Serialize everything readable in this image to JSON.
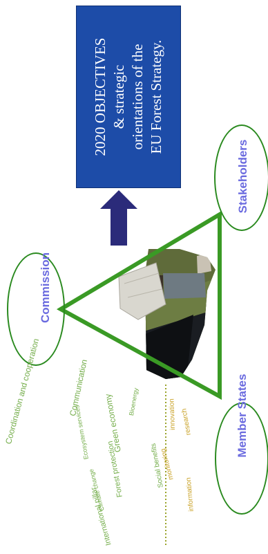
{
  "objectives": {
    "line1": "2020 OBJECTIVES",
    "line2": "& strategic",
    "line3": "orientations of the",
    "line4": "EU Forest Strategy."
  },
  "actors": {
    "commission": "Commission",
    "stakeholders": "Stakeholders",
    "member_states": "Member States"
  },
  "topics": {
    "coordination": "Coordination and cooperation",
    "communication": "Communication",
    "international": "International pillar",
    "ecosystem": "Ecosystem services",
    "green_economy": "Green economy",
    "bioenergy": "Bioenergy",
    "forest_protection": "Forest protection",
    "climate_change": "Climate change",
    "social_benefits": "Social benefits",
    "innovation": "innovation",
    "research": "research",
    "monitoring": "monitoring",
    "information": "information"
  },
  "colors": {
    "box": "#1d4ca8",
    "arrow": "#2b2b7a",
    "triangle": "#3a9a25",
    "ellipse": "#2a8a1f",
    "actor_text": "#6a6adf",
    "topic_green": "#74ad4a",
    "topic_gold": "#c9a227"
  }
}
